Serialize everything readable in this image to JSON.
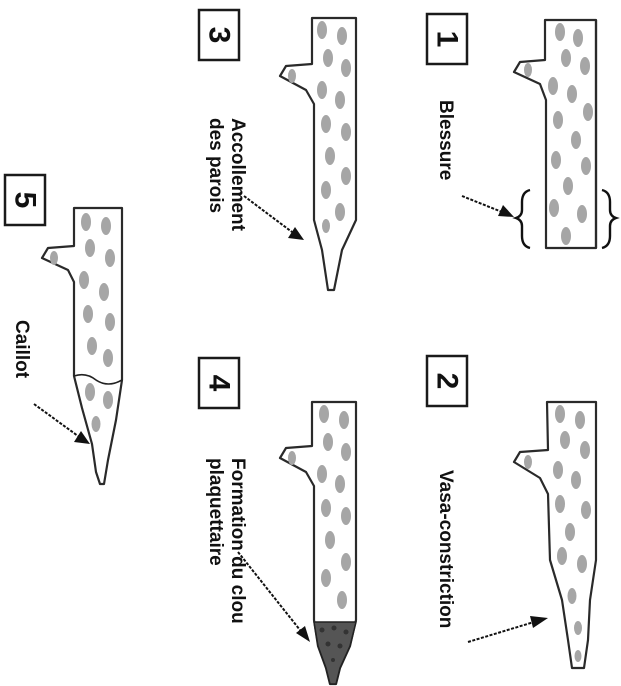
{
  "colors": {
    "ink": "#111111",
    "cell": "#a6a6a6",
    "plug": "#555555",
    "paper": "#ffffff"
  },
  "stages": [
    {
      "number": "1",
      "label_lines": [
        "Blessure"
      ]
    },
    {
      "number": "2",
      "label_lines": [
        "Vasa-constriction"
      ]
    },
    {
      "number": "3",
      "label_lines": [
        "Accollement",
        "des parois"
      ]
    },
    {
      "number": "4",
      "label_lines": [
        "Formation du clou",
        "plaquettaire"
      ]
    },
    {
      "number": "5",
      "label_lines": [
        "Caillot"
      ]
    }
  ]
}
